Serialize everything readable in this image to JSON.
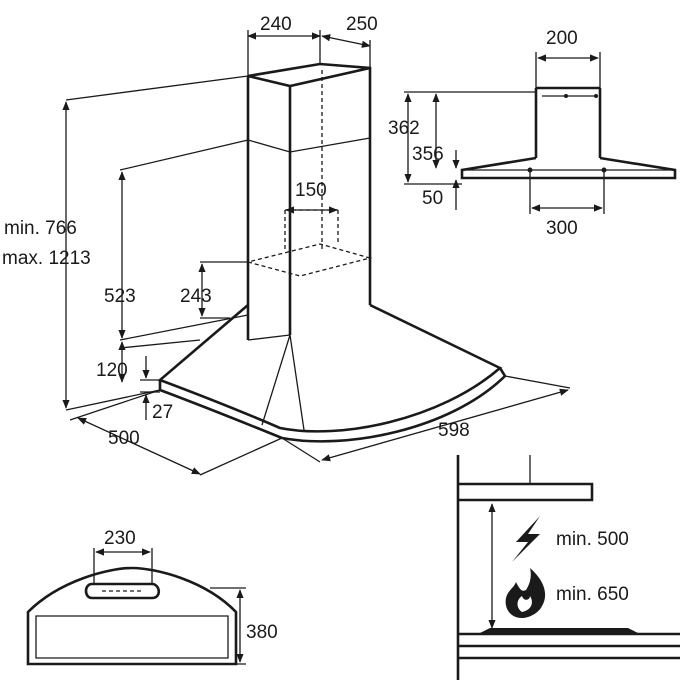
{
  "colors": {
    "line": "#1a1a1a",
    "background": "#ffffff"
  },
  "hood_view": {
    "chimney_width": "240",
    "chimney_depth": "250",
    "height_min": "min. 766",
    "height_max": "max. 1213",
    "height_523": "523",
    "outlet_width": "150",
    "outlet_offset": "243",
    "canopy_120": "120",
    "canopy_27": "27",
    "depth": "500",
    "width": "598"
  },
  "side_view": {
    "top_width": "200",
    "height_362": "362",
    "height_356": "356",
    "height_50": "50",
    "bottom_width": "300"
  },
  "top_view": {
    "outlet_width": "230",
    "depth": "380"
  },
  "clearance": {
    "electric_icon": "lightning-icon",
    "electric_min": "min. 500",
    "gas_icon": "flame-icon",
    "gas_min": "min. 650"
  }
}
